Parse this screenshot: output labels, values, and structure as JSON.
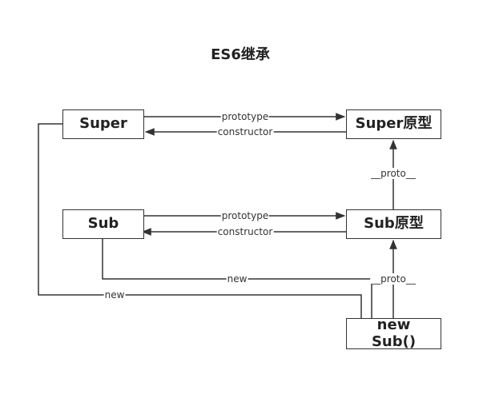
{
  "title": "ES6继承",
  "nodes": {
    "super": "Super",
    "super_proto": "Super原型",
    "sub": "Sub",
    "sub_proto": "Sub原型",
    "instance": "new Sub()"
  },
  "edges": {
    "super_prototype": "prototype",
    "super_constructor": "constructor",
    "sub_prototype": "prototype",
    "sub_constructor": "constructor",
    "subproto_to_superproto": "__proto__",
    "instance_to_subproto": "__proto__",
    "sub_new": "new",
    "super_new": "new"
  }
}
